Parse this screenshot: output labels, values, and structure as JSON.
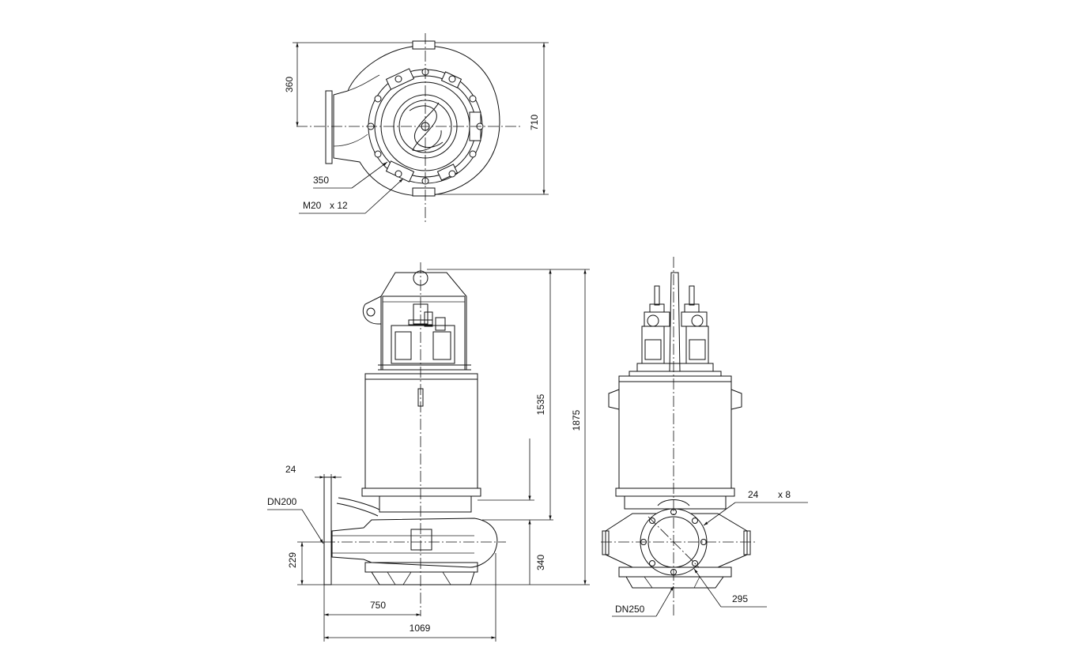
{
  "top_view": {
    "dims": {
      "d360": "360",
      "d710": "710",
      "d350": "350",
      "bolt_label": "M20",
      "bolt_count": "x 12"
    }
  },
  "front_view": {
    "dims": {
      "d24": "24",
      "dn_outlet": "DN200",
      "d229": "229",
      "d750": "750",
      "d1069": "1069",
      "d1535": "1535",
      "d340": "340",
      "d1875": "1875"
    }
  },
  "side_view": {
    "dims": {
      "hole_size": "24",
      "hole_count": "x 8",
      "d295": "295",
      "dn_inlet": "DN250"
    }
  }
}
